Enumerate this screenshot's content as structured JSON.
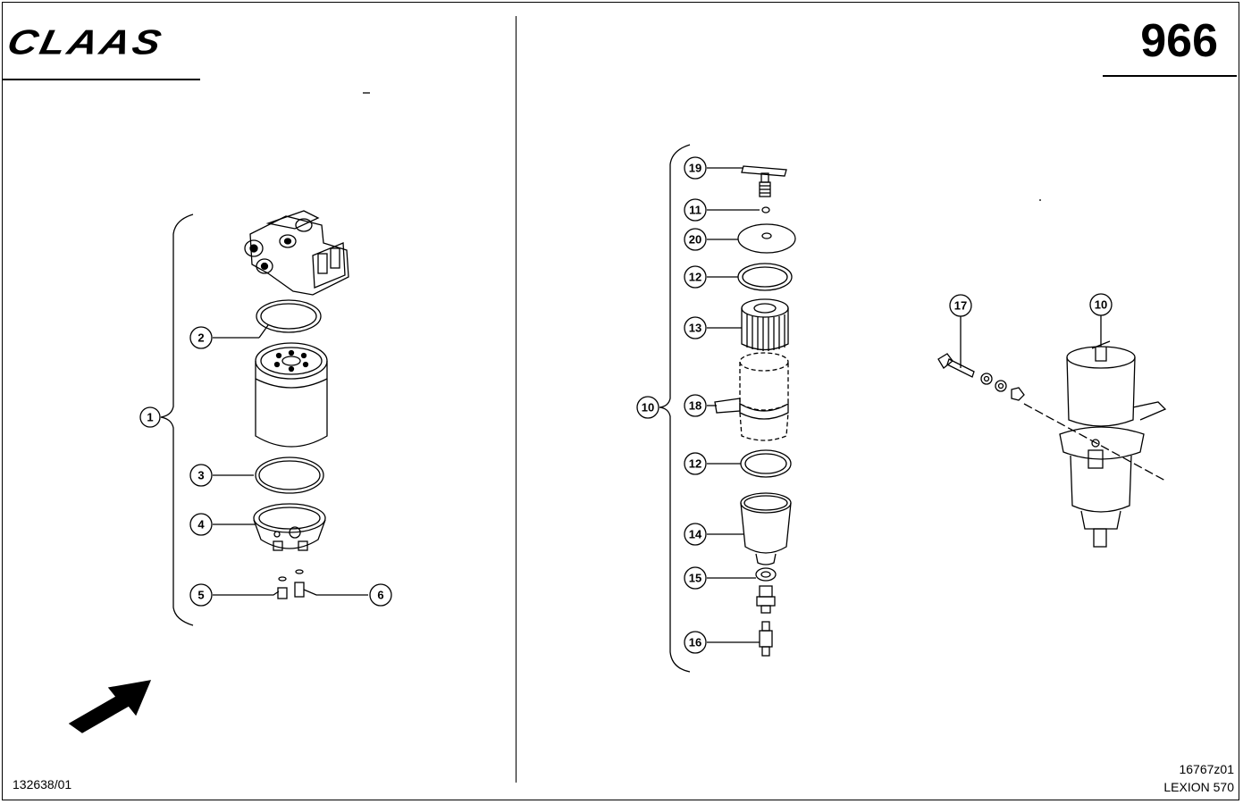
{
  "header": {
    "logo_text": "CLAAS",
    "page_number": "966"
  },
  "footer": {
    "document_id": "132638/01",
    "reference_code": "16767z01",
    "model": "LEXION 570"
  },
  "callouts": {
    "c1": "1",
    "c2": "2",
    "c3": "3",
    "c4": "4",
    "c5": "5",
    "c6": "6",
    "c10a": "10",
    "c10b": "10",
    "c11": "11",
    "c12a": "12",
    "c12b": "12",
    "c13": "13",
    "c14": "14",
    "c15": "15",
    "c16": "16",
    "c17": "17",
    "c18": "18",
    "c19": "19",
    "c20": "20"
  },
  "colors": {
    "ink": "#000000",
    "paper": "#ffffff"
  },
  "icons": {
    "direction": "arrow-icon"
  }
}
